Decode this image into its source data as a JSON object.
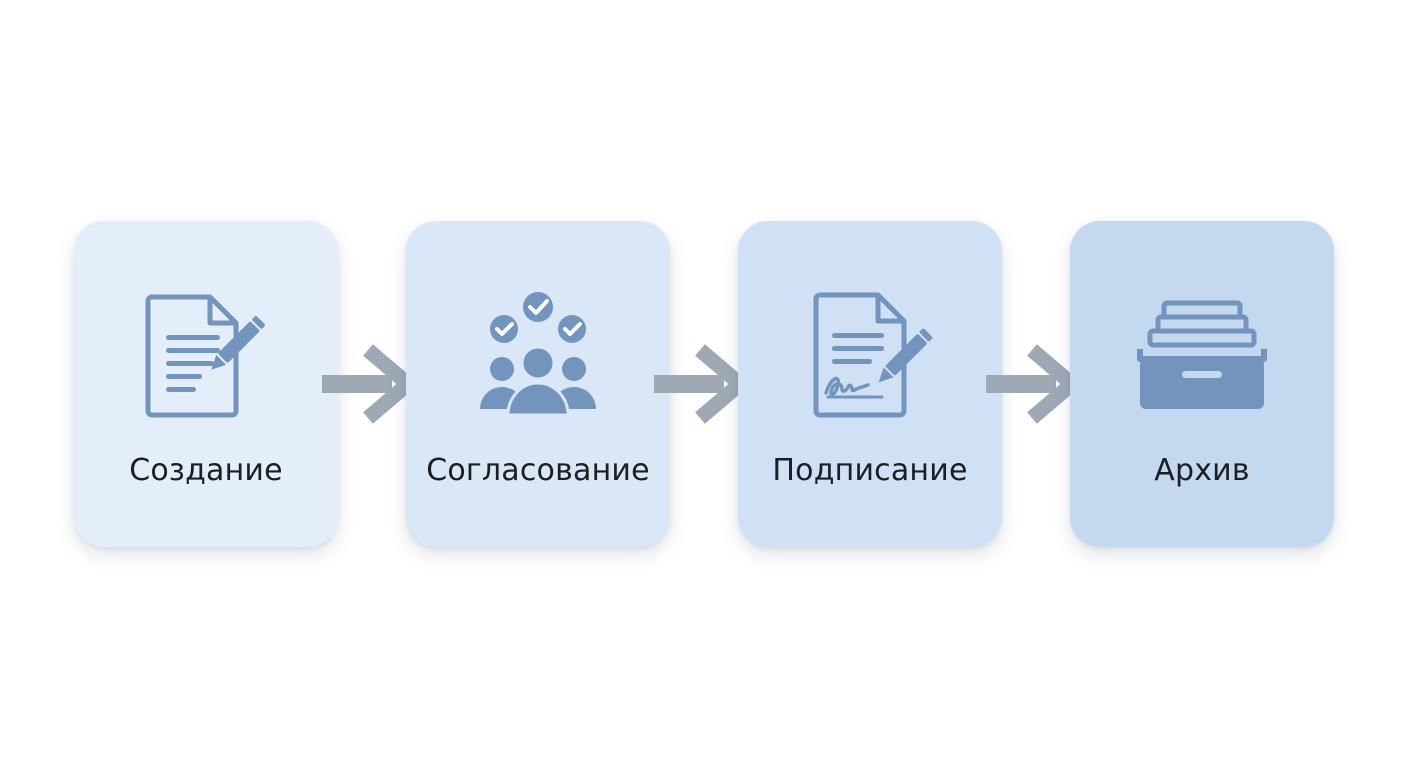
{
  "steps": [
    {
      "label": "Создание",
      "icon": "document-edit-icon",
      "color": "#e4eefa"
    },
    {
      "label": "Согласование",
      "icon": "team-approval-icon",
      "color": "#dae7f7"
    },
    {
      "label": "Подписание",
      "icon": "signed-document-icon",
      "color": "#d1e1f5"
    },
    {
      "label": "Архив",
      "icon": "archive-drawer-icon",
      "color": "#c4d8f0"
    }
  ],
  "colors": {
    "icon": "#7294bd",
    "arrow": "#9fa9b6",
    "text": "#1c1e22"
  }
}
